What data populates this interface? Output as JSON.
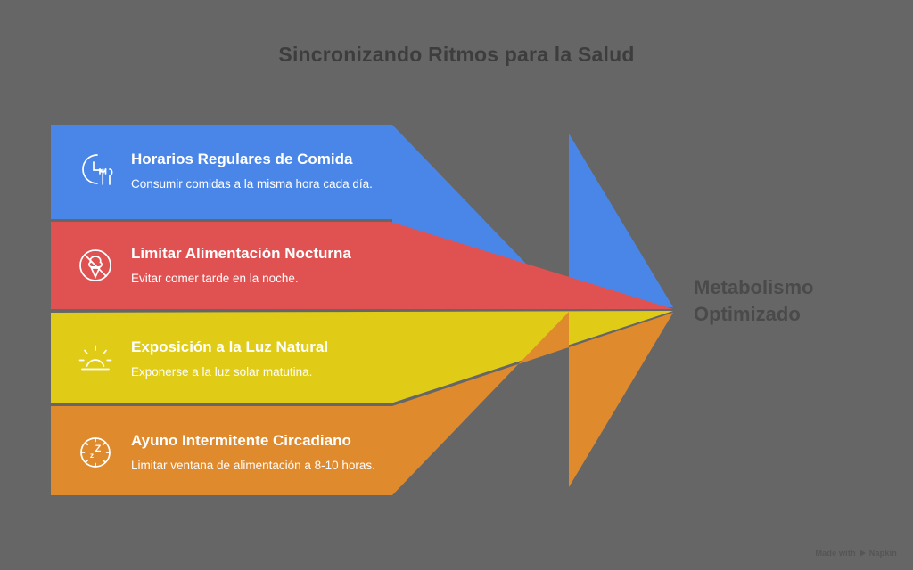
{
  "title": "Sincronizando Ritmos para la Salud",
  "background_color": "#666666",
  "outcome": {
    "line1": "Metabolismo",
    "line2": "Optimizado",
    "color": "#4a4a4a"
  },
  "rows": [
    {
      "title": "Horarios Regulares de Comida",
      "desc": "Consumir comidas a la misma hora cada día.",
      "color": "#4a86e8",
      "icon": "clock-fork-knife-icon"
    },
    {
      "title": "Limitar Alimentación Nocturna",
      "desc": "Evitar comer tarde en la noche.",
      "color": "#e05252",
      "icon": "no-ice-cream-icon"
    },
    {
      "title": "Exposición a la Luz Natural",
      "desc": "Exponerse a la luz solar matutina.",
      "color": "#e0cc17",
      "icon": "sunrise-icon"
    },
    {
      "title": "Ayuno Intermitente Circadiano",
      "desc": "Limitar ventana de alimentación a 8-10 horas.",
      "color": "#e08a2e",
      "icon": "sleep-clock-icon"
    }
  ],
  "watermark": {
    "text_before": "Made with",
    "brand": "Napkin",
    "logo": "play-triangle-icon"
  }
}
